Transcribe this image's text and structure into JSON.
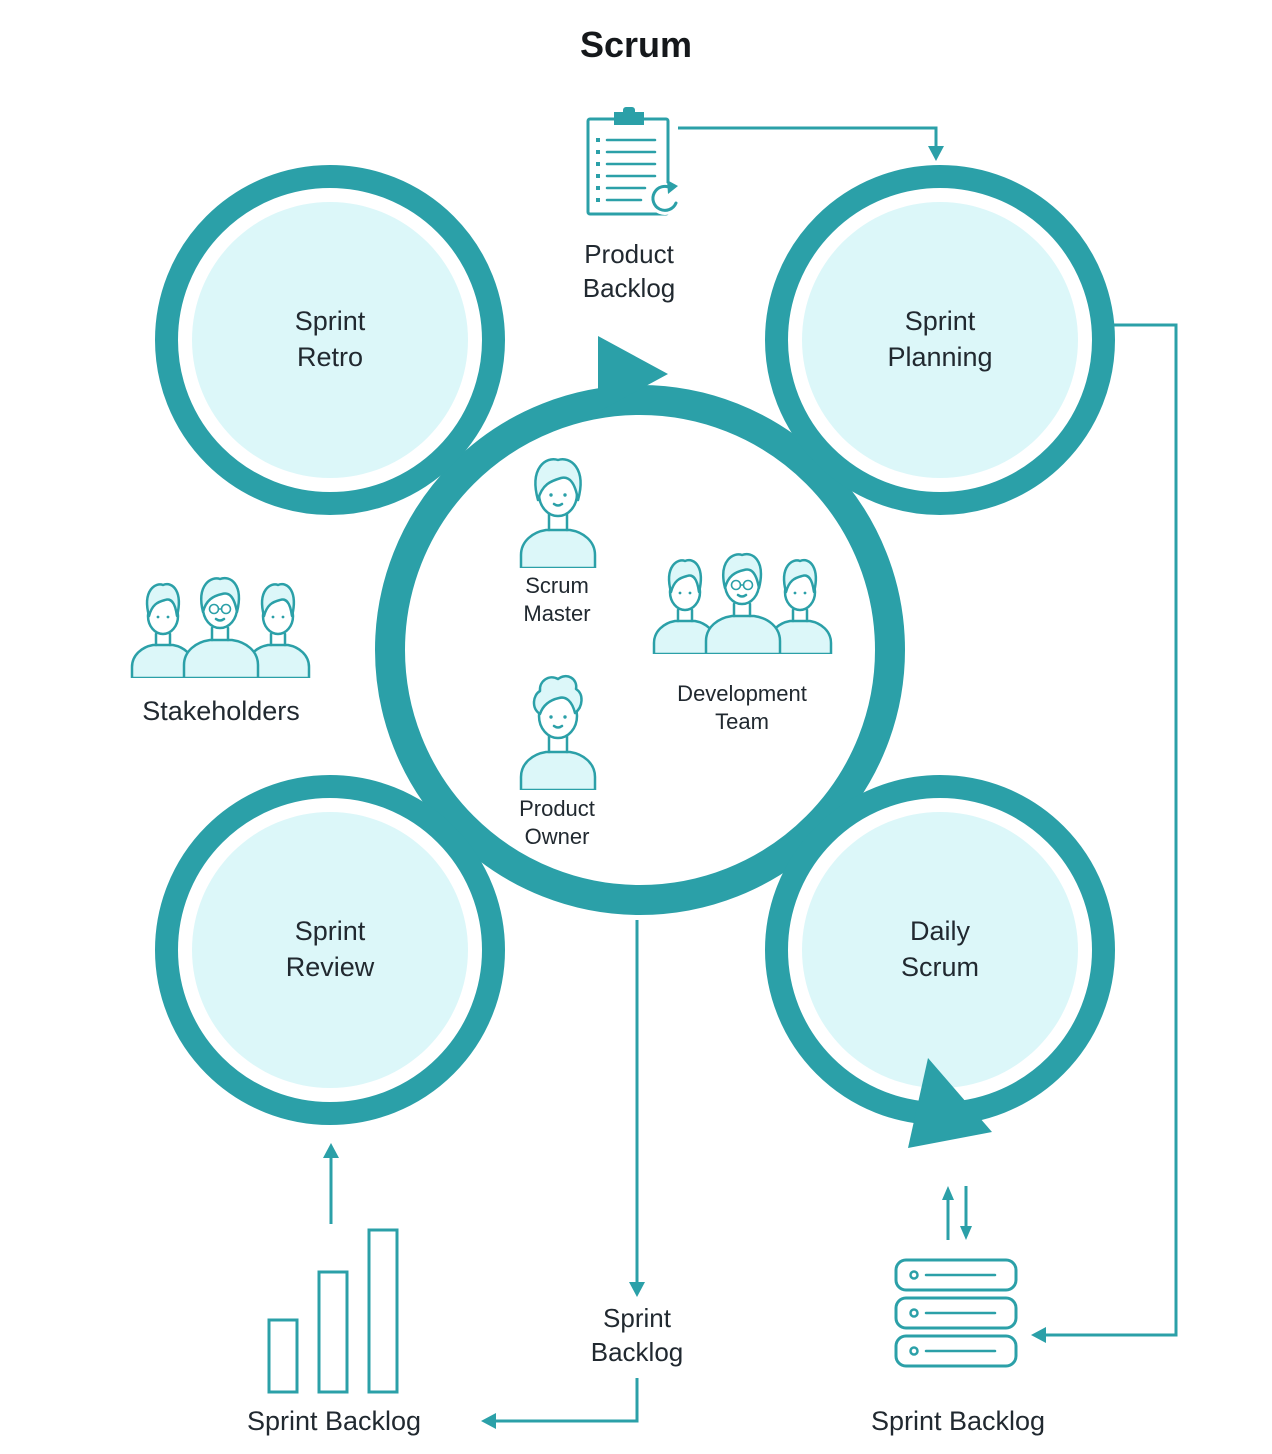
{
  "title": "Scrum",
  "colors": {
    "accent_teal": "#2BA0A8",
    "light_cyan": "#DCF7F9",
    "text_dark": "#212930"
  },
  "circles": {
    "sprint_retro": {
      "label": "Sprint\nRetro"
    },
    "sprint_planning": {
      "label": "Sprint\nPlanning"
    },
    "sprint_review": {
      "label": "Sprint\nReview"
    },
    "daily_scrum": {
      "label": "Daily\nScrum"
    }
  },
  "center": {
    "scrum_master": {
      "label": "Scrum\nMaster",
      "icon": "person-icon"
    },
    "product_owner": {
      "label": "Product\nOwner",
      "icon": "person-icon"
    },
    "development_team": {
      "label": "Development\nTeam",
      "icon": "people-group-icon"
    }
  },
  "stakeholders": {
    "label": "Stakeholders",
    "icon": "people-group-icon"
  },
  "artifacts": {
    "product_backlog": {
      "label": "Product\nBacklog",
      "icon": "clipboard-checklist-icon"
    },
    "sprint_backlog_center": {
      "label": "Sprint\nBacklog"
    },
    "sprint_backlog_left": {
      "label": "Sprint Backlog",
      "icon": "bar-chart-icon"
    },
    "sprint_backlog_right": {
      "label": "Sprint Backlog",
      "icon": "server-stack-icon"
    }
  }
}
